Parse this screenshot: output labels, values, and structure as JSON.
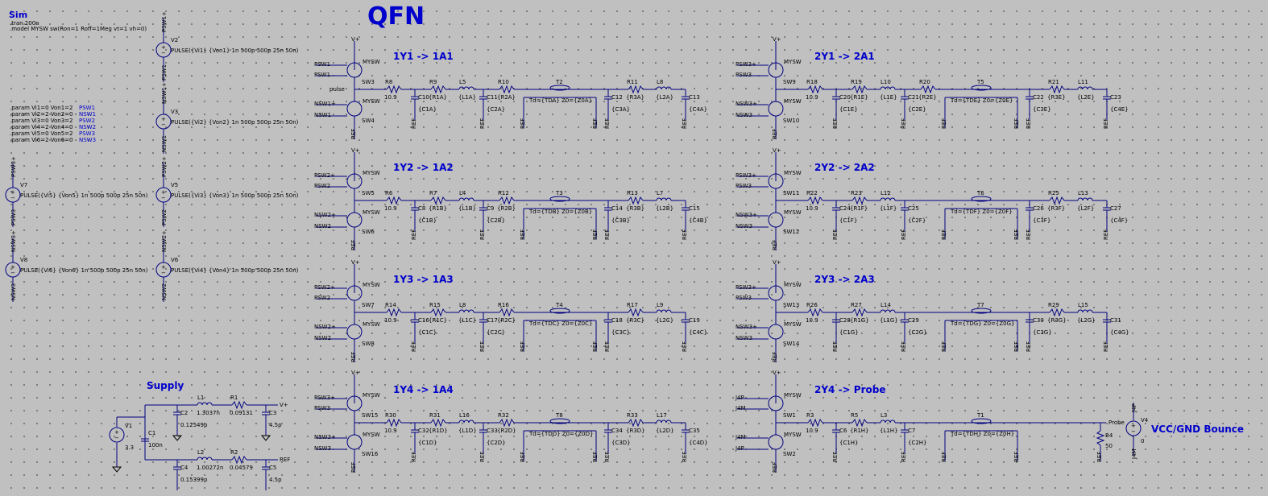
{
  "title": "QFN",
  "sim": {
    "label": "Sim",
    "lines": [
      ".tran 200n",
      ".model MYSW sw(Ron=1 Roff=1Meg vt=1 vh=0)"
    ]
  },
  "params": [
    {
      "text": ".param Vi1=0 Von1=2",
      "net": "PSW1"
    },
    {
      "text": ".param Vi2=2 Von2=0",
      "net": "NSW1"
    },
    {
      "text": ".param Vi3=0 Von3=2",
      "net": "PSW2"
    },
    {
      "text": ".param Vi4=2 Von4=0",
      "net": "NSW2"
    },
    {
      "text": ".param Vi5=0 Von5=2",
      "net": "PSW3"
    },
    {
      "text": ".param Vi6=2 Von6=0",
      "net": "NSW3"
    }
  ],
  "sources": [
    {
      "name": "V2",
      "net": "PSW1",
      "value": "PULSE({Vi1} {Von1} 1n 500p 500p 25n 50n)"
    },
    {
      "name": "V3",
      "net": "NSW1",
      "value": "PULSE({Vi2} {Von2} 1n 500p 500p 25n 50n)"
    },
    {
      "name": "V5",
      "net": "PSW2",
      "value": "PULSE({Vi3} {Von3} 1n 500p 500p 25n 50n)"
    },
    {
      "name": "V6",
      "net": "NSW2",
      "value": "PULSE({Vi4} {Von4} 1n 500p 500p 25n 50n)"
    },
    {
      "name": "V7",
      "net": "PSW3",
      "value": "PULSE({Vi5} {Von5} 1n 500p 500p 25n 50n)"
    },
    {
      "name": "V8",
      "net": "NSW3",
      "value": "PULSE({Vi6} {Von6} 1n 500p 500p 25n 50n)"
    }
  ],
  "supply": {
    "label": "Supply",
    "V1": {
      "name": "V1",
      "value": "3.3"
    },
    "C1": {
      "name": "C1",
      "value": "100n"
    },
    "C2": {
      "name": "C2",
      "value": "0.12549p"
    },
    "L1": {
      "name": "L1",
      "value": "1.3037n"
    },
    "R1": {
      "name": "R1",
      "value": "0.09131"
    },
    "C3": {
      "name": "C3",
      "value": "4.5p"
    },
    "C4": {
      "name": "C4",
      "value": "0.15399p"
    },
    "L2": {
      "name": "L2",
      "value": "1.00272n"
    },
    "R2": {
      "name": "R2",
      "value": "0.04579"
    },
    "C5": {
      "name": "C5",
      "value": "4.5p"
    },
    "vplus": "V+",
    "ref": "REF"
  },
  "bounce": {
    "label": "VCC/GND Bounce",
    "name": "V4",
    "value": "0",
    "top": "J4P",
    "bot": "J4M"
  },
  "common": {
    "ref": "REF",
    "vplus": "V+",
    "mysw": "MYSW",
    "pulse": "pulse",
    "probe": "Probe"
  },
  "channels": [
    {
      "label": "1Y1 -> 1A1",
      "swP": "SW3",
      "swN": "SW4",
      "p1": "PSW1",
      "p2": "PSW1",
      "n1": "NSW1+",
      "n2": "NSW1",
      "Rs": "R8",
      "RsV": "10.9",
      "c1": "C10",
      "c1v": "{C1A}",
      "ra": "R9",
      "rav": "{R1A}",
      "la": "L5",
      "lav": "{L1A}",
      "c2": "C11",
      "c2v": "{C2A}",
      "rb": "R10",
      "rbv": "{R2A}",
      "t": "T2",
      "tv": "Td={TDA} Z0={Z0A}",
      "c3": "C12",
      "c3v": "{C3A}",
      "rc": "R11",
      "rcv": "{R3A}",
      "lb": "L8",
      "lbv": "{L2A}",
      "c4": "C13",
      "c4v": "{C4A}"
    },
    {
      "label": "1Y2 -> 1A2",
      "swP": "SW5",
      "swN": "SW6",
      "p1": "PSW2+",
      "p2": "PSW2",
      "n1": "NSW2+",
      "n2": "NSW2",
      "Rs": "R6",
      "RsV": "10.9",
      "c1": "C8",
      "c1v": "{C1B}",
      "ra": "R7",
      "rav": "{R1B}",
      "la": "L4",
      "lav": "{L1B}",
      "c2": "C9",
      "c2v": "{C2B}",
      "rb": "R12",
      "rbv": "{R2B}",
      "t": "T3",
      "tv": "Td={TDB} Z0={Z0B}",
      "c3": "C14",
      "c3v": "{C3B}",
      "rc": "R13",
      "rcv": "{R3B}",
      "lb": "L7",
      "lbv": "{L2B}",
      "c4": "C15",
      "c4v": "{C4B}"
    },
    {
      "label": "1Y3 -> 1A3",
      "swP": "SW7",
      "swN": "SW8",
      "p1": "PSW2+",
      "p2": "PSW2",
      "n1": "NSW2+",
      "n2": "NSW2",
      "Rs": "R14",
      "RsV": "10.9",
      "c1": "C16",
      "c1v": "{C1C}",
      "ra": "R15",
      "rav": "{R1C}",
      "la": "L8",
      "lav": "{L1C}",
      "c2": "C17",
      "c2v": "{C2C}",
      "rb": "R16",
      "rbv": "{R2C}",
      "t": "T4",
      "tv": "Td={TDC} Z0={Z0C}",
      "c3": "C18",
      "c3v": "{C3C}",
      "rc": "R17",
      "rcv": "{R3C}",
      "lb": "L9",
      "lbv": "{L2C}",
      "c4": "C19",
      "c4v": "{C4C}"
    },
    {
      "label": "1Y4 -> 1A4",
      "swP": "SW15",
      "swN": "SW16",
      "p1": "PSW3+",
      "p2": "PSW3",
      "n1": "NSW3+",
      "n2": "NSW3",
      "Rs": "R30",
      "RsV": "10.9",
      "c1": "C32",
      "c1v": "{C1D}",
      "ra": "R31",
      "rav": "{R1D}",
      "la": "L16",
      "lav": "{L1D}",
      "c2": "C33",
      "c2v": "{C2D}",
      "rb": "R32",
      "rbv": "{R2D}",
      "t": "T8",
      "tv": "Td={TDD} Z0={Z0D}",
      "c3": "C34",
      "c3v": "{C3D}",
      "rc": "R33",
      "rcv": "{R3D}",
      "lb": "L17",
      "lbv": "{L2D}",
      "c4": "C35",
      "c4v": "{C4D}"
    },
    {
      "label": "2Y1 -> 2A1",
      "swP": "SW9",
      "swN": "SW10",
      "p1": "PSW3+",
      "p2": "PSW3",
      "n1": "NSW3+",
      "n2": "NSW3",
      "Rs": "R18",
      "RsV": "10.9",
      "c1": "C20",
      "c1v": "{C1E}",
      "ra": "R19",
      "rav": "{R1E}",
      "la": "L10",
      "lav": "{L1E}",
      "c2": "C21",
      "c2v": "{C2E}",
      "rb": "R20",
      "rbv": "{R2E}",
      "t": "T5",
      "tv": "Td={TDE} Z0={Z0E}",
      "c3": "C22",
      "c3v": "{C3E}",
      "rc": "R21",
      "rcv": "{R3E}",
      "lb": "L11",
      "lbv": "{L2E}",
      "c4": "C23",
      "c4v": "{C4E}"
    },
    {
      "label": "2Y2 -> 2A2",
      "swP": "SW11",
      "swN": "SW12",
      "p1": "PSW3+",
      "p2": "PSW3",
      "n1": "NSW3+",
      "n2": "NSW3",
      "Rs": "R22",
      "RsV": "10.9",
      "c1": "C24",
      "c1v": "{C1F}",
      "ra": "R23",
      "rav": "{R1F}",
      "la": "L12",
      "lav": "{L1F}",
      "c2": "C25",
      "c2v": "{C2F}",
      "rb": "",
      "rbv": "",
      "t": "T6",
      "tv": "Td={TDF} Z0={Z0F}",
      "c3": "C26",
      "c3v": "{C3F}",
      "rc": "R25",
      "rcv": "{R3F}",
      "lb": "L13",
      "lbv": "{L2F}",
      "c4": "C27",
      "c4v": "{C4F}"
    },
    {
      "label": "2Y3 -> 2A3",
      "swP": "SW13",
      "swN": "SW14",
      "p1": "PSW3+",
      "p2": "PSW3",
      "n1": "NSW3+",
      "n2": "NSW3",
      "Rs": "R26",
      "RsV": "10.9",
      "c1": "C28",
      "c1v": "{C1G}",
      "ra": "R27",
      "rav": "{R1G}",
      "la": "L14",
      "lav": "{L1G}",
      "c2": "C29",
      "c2v": "{C2G}",
      "rb": "",
      "rbv": "",
      "t": "T7",
      "tv": "Td={TDG} Z0={Z0G}",
      "c3": "C30",
      "c3v": "{C3G}",
      "rc": "R29",
      "rcv": "{R3G}",
      "lb": "L15",
      "lbv": "{L2G}",
      "c4": "C31",
      "c4v": "{C4G}"
    },
    {
      "label": "2Y4 -> Probe",
      "swP": "SW1",
      "swN": "SW2",
      "p1": "J4P",
      "p2": "J4M",
      "n1": "J4M",
      "n2": "J4P",
      "Rs": "R3",
      "RsV": "10.9",
      "c1": "C6",
      "c1v": "{C1H}",
      "ra": "R5",
      "rav": "{R1H}",
      "la": "L3",
      "lav": "{L1H}",
      "c2": "C7",
      "c2v": "{C2H}",
      "rb": "",
      "rbv": "",
      "t": "T1",
      "tv": "Td={TDH} Z0={Z0H}",
      "c3": "",
      "c3v": "",
      "rc": "",
      "rcv": "",
      "lb": "",
      "lbv": "",
      "c4": "",
      "c4v": "",
      "term": {
        "name": "R4",
        "value": "50"
      }
    }
  ]
}
